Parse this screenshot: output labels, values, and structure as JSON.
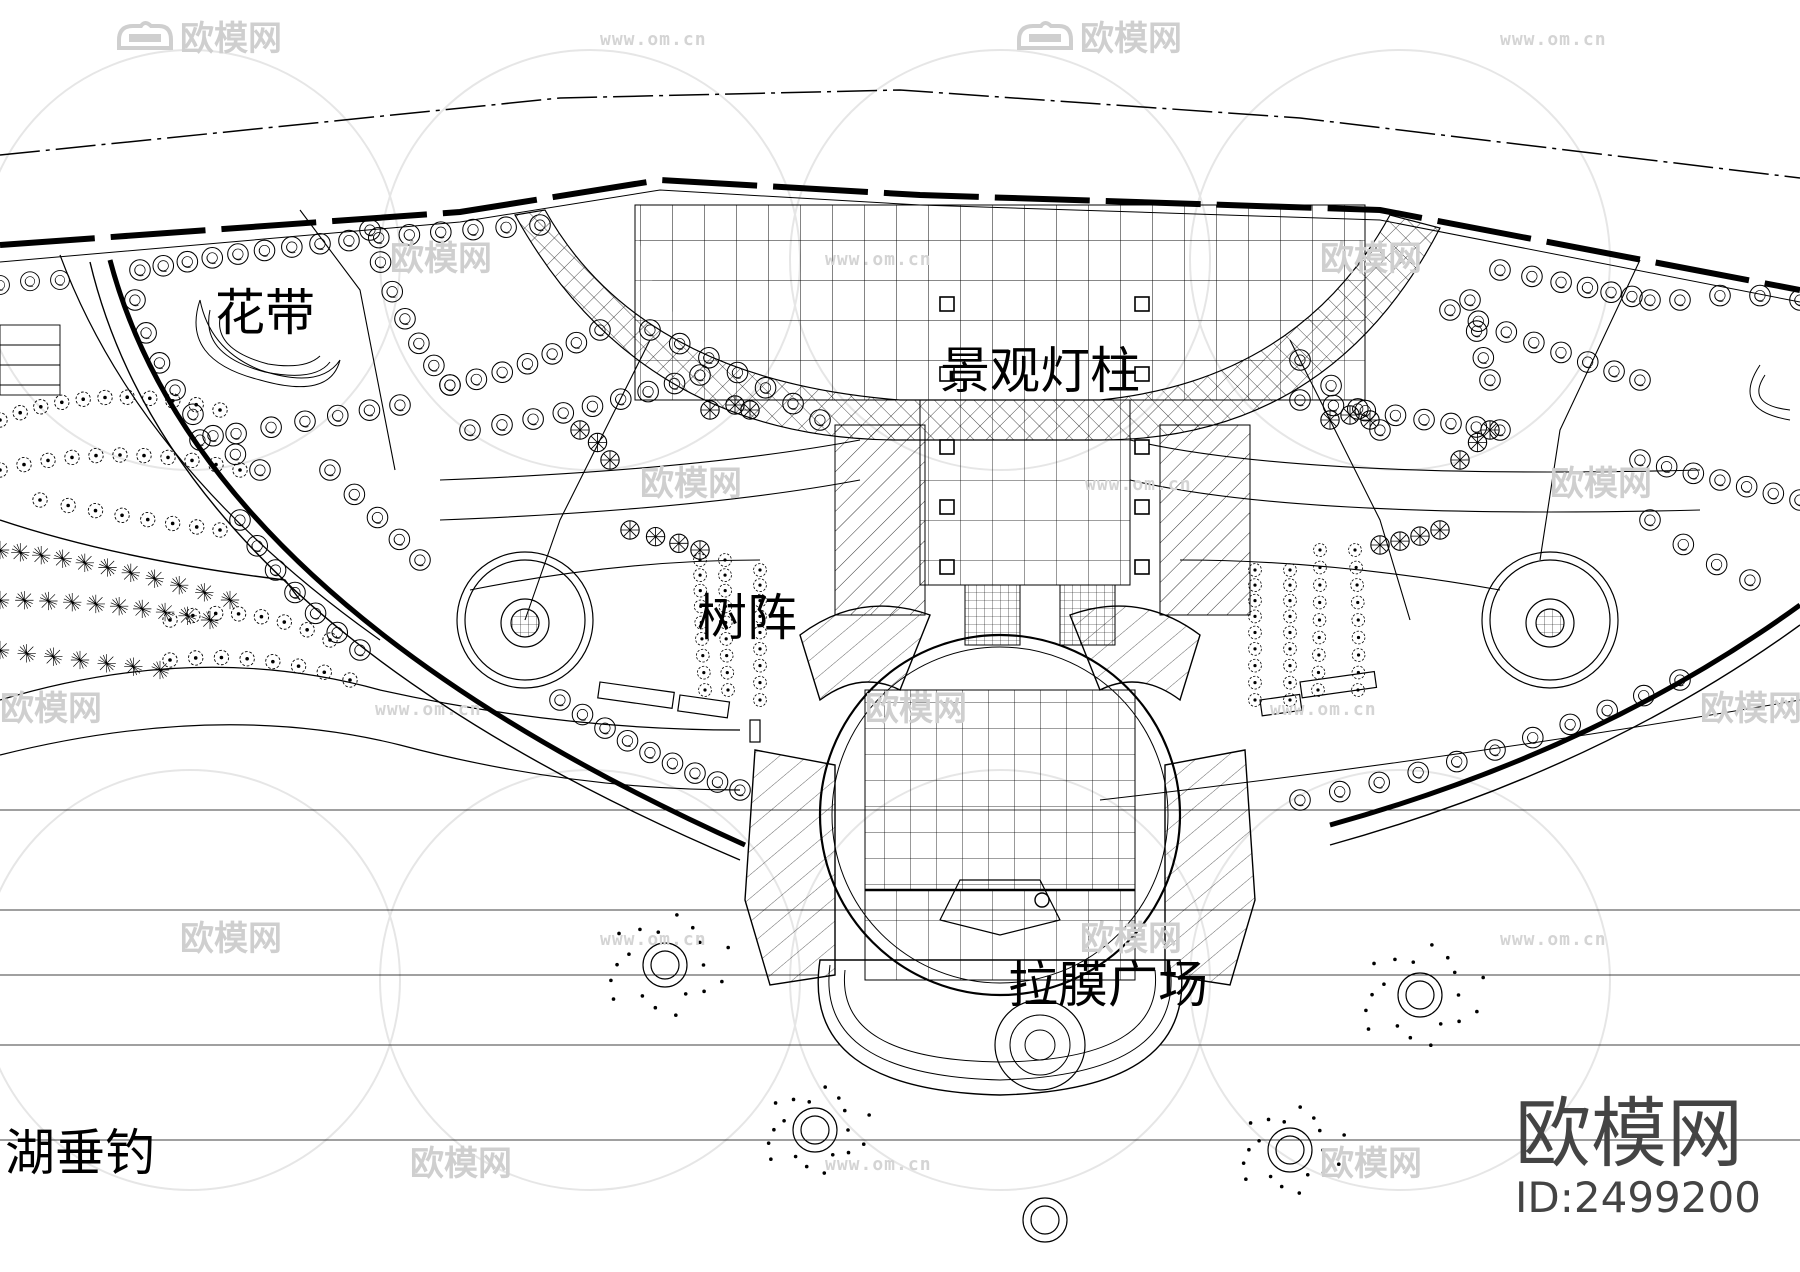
{
  "labels": {
    "flower_belt": "花带",
    "light_columns": "景观灯柱",
    "tree_array": "树阵",
    "membrane_plaza": "拉膜广场",
    "lake_fishing": "湖垂钓"
  },
  "watermark": {
    "brand": "欧模网",
    "url": "www.om.cn",
    "id": "ID:2499200"
  },
  "colors": {
    "line": "#000000",
    "background": "#ffffff",
    "watermark": "#cccccc"
  }
}
